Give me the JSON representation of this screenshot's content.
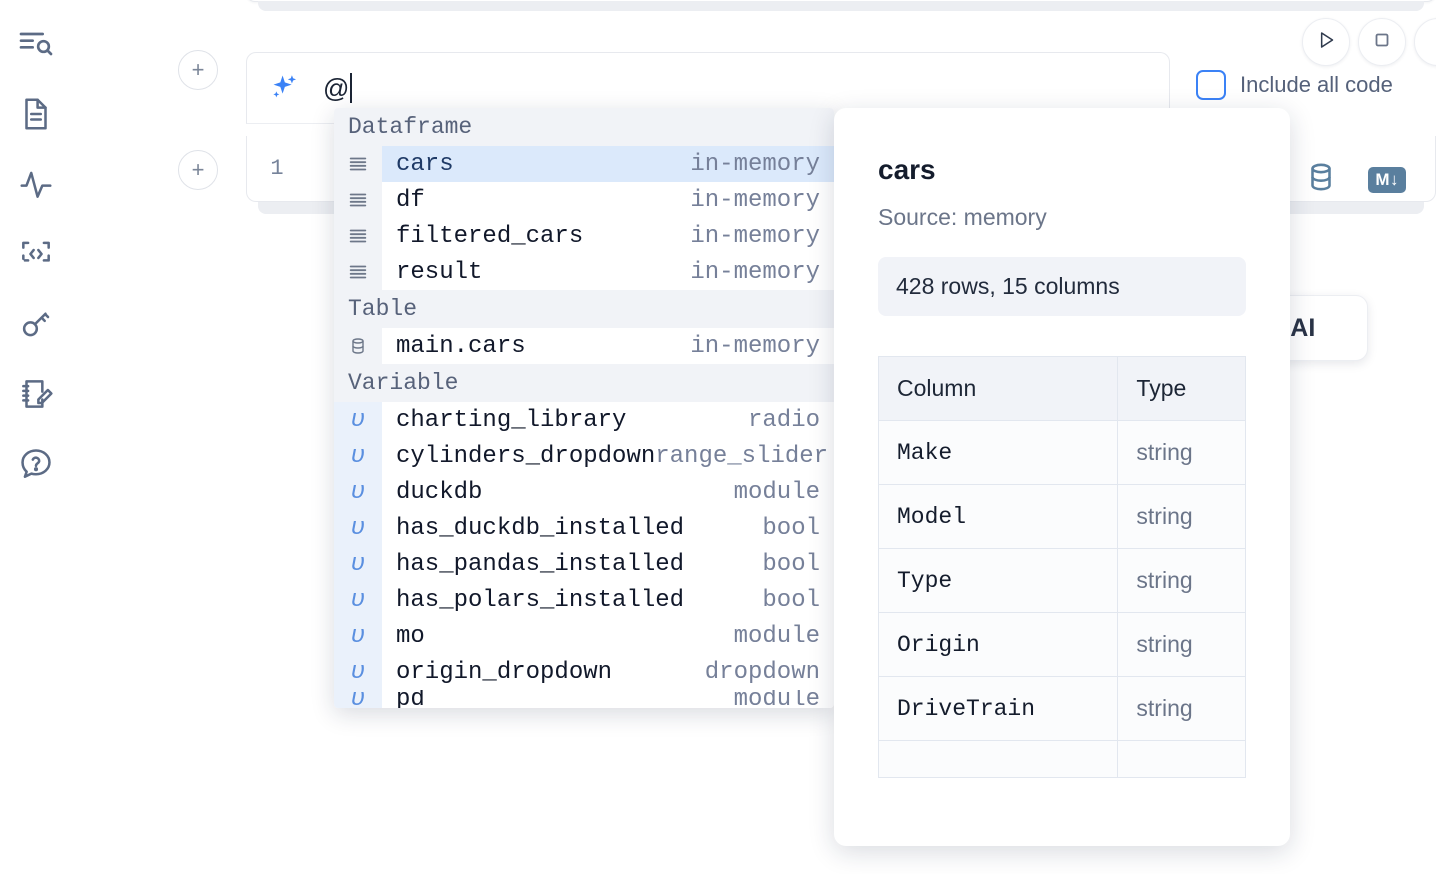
{
  "sidebar": {
    "items": [
      {
        "name": "outline-search-icon",
        "label": "Outline"
      },
      {
        "name": "file-document-icon",
        "label": "Files"
      },
      {
        "name": "activity-pulse-icon",
        "label": "Activity"
      },
      {
        "name": "code-snippet-icon",
        "label": "Snippets"
      },
      {
        "name": "key-icon",
        "label": "Secrets"
      },
      {
        "name": "scratchpad-edit-icon",
        "label": "Scratchpad"
      },
      {
        "name": "help-chat-icon",
        "label": "Help"
      }
    ]
  },
  "toolbar": {
    "run_label": "Run",
    "stop_label": "Interrupt",
    "include_all_code_label": "Include all code",
    "include_all_code_checked": false
  },
  "ai_cell": {
    "icon": "sparkles-icon",
    "input_value": "@",
    "placeholder": ""
  },
  "code_cell": {
    "line_number": "1",
    "content": "",
    "tools": [
      {
        "name": "database-icon",
        "label": "SQL"
      },
      {
        "name": "markdown-icon",
        "label": "M↓"
      }
    ]
  },
  "floating_button": {
    "label": "h AI"
  },
  "autocomplete": {
    "sections": [
      {
        "title": "Dataframe",
        "icon": "dataframe-icon",
        "rows": [
          {
            "name": "cars",
            "type": "in-memory",
            "selected": true
          },
          {
            "name": "df",
            "type": "in-memory",
            "selected": false
          },
          {
            "name": "filtered_cars",
            "type": "in-memory",
            "selected": false
          },
          {
            "name": "result",
            "type": "in-memory",
            "selected": false
          }
        ]
      },
      {
        "title": "Table",
        "icon": "database-icon",
        "rows": [
          {
            "name": "main.cars",
            "type": "in-memory",
            "selected": false
          }
        ]
      },
      {
        "title": "Variable",
        "icon": "variable-icon",
        "rows": [
          {
            "name": "charting_library",
            "type": "radio",
            "selected": false
          },
          {
            "name": "cylinders_dropdown",
            "type": "range_slider",
            "selected": false
          },
          {
            "name": "duckdb",
            "type": "module",
            "selected": false
          },
          {
            "name": "has_duckdb_installed",
            "type": "bool",
            "selected": false
          },
          {
            "name": "has_pandas_installed",
            "type": "bool",
            "selected": false
          },
          {
            "name": "has_polars_installed",
            "type": "bool",
            "selected": false
          },
          {
            "name": "mo",
            "type": "module",
            "selected": false
          },
          {
            "name": "origin_dropdown",
            "type": "dropdown",
            "selected": false
          },
          {
            "name": "pd",
            "type": "module",
            "selected": false
          }
        ]
      }
    ]
  },
  "detail_panel": {
    "title": "cars",
    "source": "Source: memory",
    "shape": "428 rows, 15 columns",
    "table": {
      "headers": [
        "Column",
        "Type"
      ],
      "rows": [
        [
          "Make",
          "string"
        ],
        [
          "Model",
          "string"
        ],
        [
          "Type",
          "string"
        ],
        [
          "Origin",
          "string"
        ],
        [
          "DriveTrain",
          "string"
        ],
        [
          "",
          ""
        ]
      ]
    }
  },
  "colors": {
    "accent": "#3b82f6",
    "selection": "#dbe9fb",
    "section_bg": "#f1f3f7",
    "tool_icon": "#5a7f9e"
  }
}
